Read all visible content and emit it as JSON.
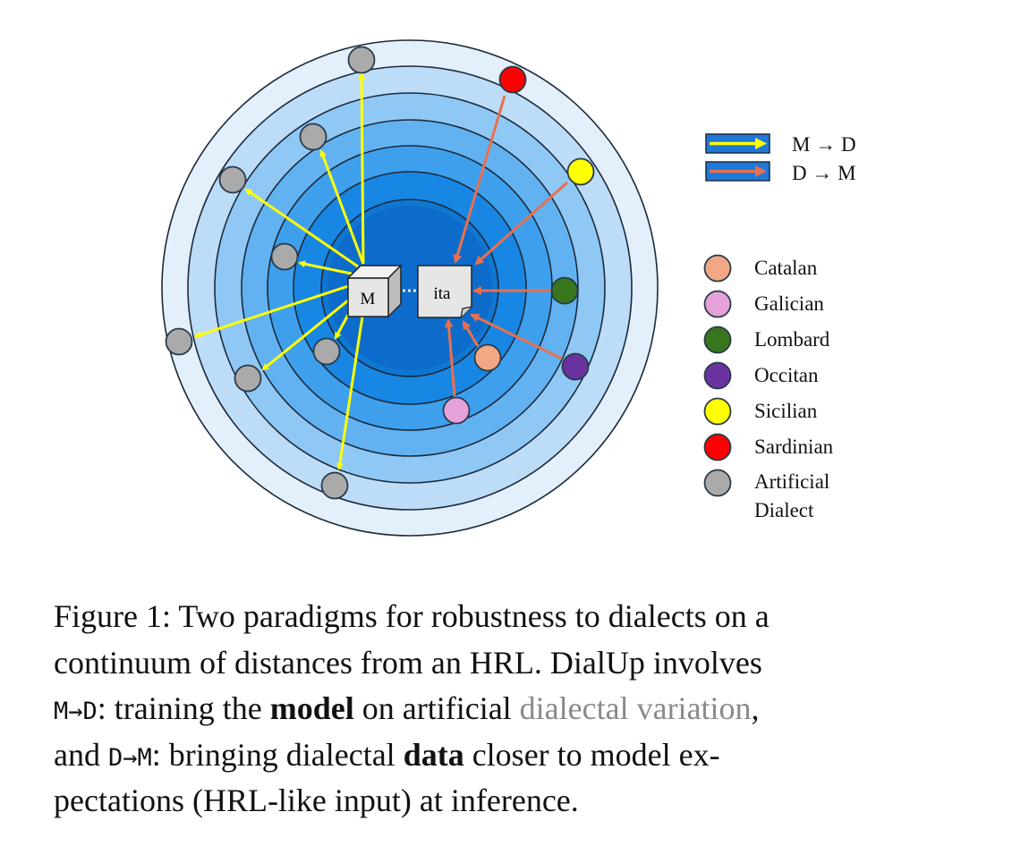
{
  "figure": {
    "center_label_model": "M",
    "center_label_hrl": "ita",
    "arrow_legend": [
      {
        "label": "M → D",
        "color": "#ffff00"
      },
      {
        "label": "D → M",
        "color": "#e8704f"
      }
    ],
    "dialect_legend": [
      {
        "label": "Catalan",
        "color": "#f2a885"
      },
      {
        "label": "Galician",
        "color": "#e5a2d9"
      },
      {
        "label": "Lombard",
        "color": "#38761d"
      },
      {
        "label": "Occitan",
        "color": "#6a329f"
      },
      {
        "label": "Sicilian",
        "color": "#ffff00"
      },
      {
        "label": "Sardinian",
        "color": "#ff0000"
      },
      {
        "label": "Artificial Dialect",
        "label_line1": "Artificial",
        "label_line2": "Dialect",
        "color": "#aaaaaa"
      }
    ],
    "ring_colors": [
      "#e3f0fc",
      "#bcdcf8",
      "#90c8f5",
      "#62b2f1",
      "#3ea0ed",
      "#1887e3",
      "#0f76d2",
      "#0d6ccb"
    ]
  },
  "caption": {
    "line1": "Figure 1: Two paradigms for robustness to dialects on a",
    "line2": "continuum of distances from an HRL. DialUp involves",
    "line3_mono": "M→D",
    "line3_a": ": training the ",
    "line3_bold": "model",
    "line3_b": " on artificial ",
    "line3_gray": "dialectal variation",
    "line3_c": ",",
    "line4_a": "and ",
    "line4_mono": "D→M",
    "line4_b": ": bringing dialectal ",
    "line4_bold": "data",
    "line4_c": " closer to model ex-",
    "line5": "pectations (HRL-like input) at inference."
  }
}
